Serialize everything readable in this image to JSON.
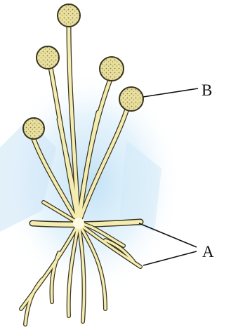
{
  "diagram": {
    "labels": {
      "a": "A",
      "b": "B"
    },
    "colors": {
      "background": "#ffffff",
      "glow": "#bfe0f5",
      "stalk_fill": "#f4ecb0",
      "stalk_outline": "#3a3520",
      "sporangium_fill": "#e9e0a0",
      "spore_dots": "#8a7f45",
      "pointer_line": "#111111"
    },
    "icons": [
      "sporangium",
      "sporangiophore",
      "rhizoid",
      "stolon"
    ]
  }
}
